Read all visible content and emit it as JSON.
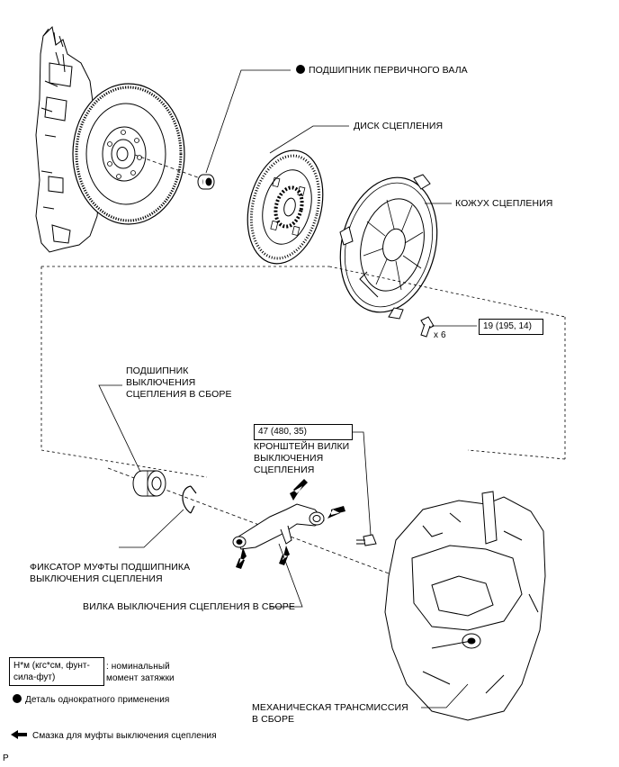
{
  "labels": {
    "input_shaft_bearing": "ПОДШИПНИК ПЕРВИЧНОГО ВАЛА",
    "clutch_disc": "ДИСК СЦЕПЛЕНИЯ",
    "clutch_cover": "КОЖУХ СЦЕПЛЕНИЯ",
    "cover_bolt_count": "x 6",
    "cover_torque": "19 (195, 14)",
    "release_bearing_l1": "ПОДШИПНИК",
    "release_bearing_l2": "ВЫКЛЮЧЕНИЯ",
    "release_bearing_l3": "СЦЕПЛЕНИЯ В СБОРЕ",
    "fork_bracket_torque": "47 (480, 35)",
    "fork_bracket_l1": "КРОНШТЕЙН ВИЛКИ",
    "fork_bracket_l2": "ВЫКЛЮЧЕНИЯ",
    "fork_bracket_l3": "СЦЕПЛЕНИЯ",
    "hub_clip_l1": "ФИКСАТОР МУФТЫ ПОДШИПНИКА",
    "hub_clip_l2": "ВЫКЛЮЧЕНИЯ СЦЕПЛЕНИЯ",
    "release_fork": "ВИЛКА ВЫКЛЮЧЕНИЯ СЦЕПЛЕНИЯ В СБОРЕ",
    "transmission_l1": "МЕХАНИЧЕСКАЯ ТРАНСМИССИЯ",
    "transmission_l2": "В СБОРЕ"
  },
  "legend": {
    "torque_box_l1": "Н*м (кгс*см, фунт-",
    "torque_box_l2": "сила-фут)",
    "torque_desc_l1": ": номинальный",
    "torque_desc_l2": "момент затяжки",
    "non_reusable": "Деталь однократного применения",
    "grease": "Смазка для муфты выключения сцепления"
  },
  "corner_mark": "P"
}
